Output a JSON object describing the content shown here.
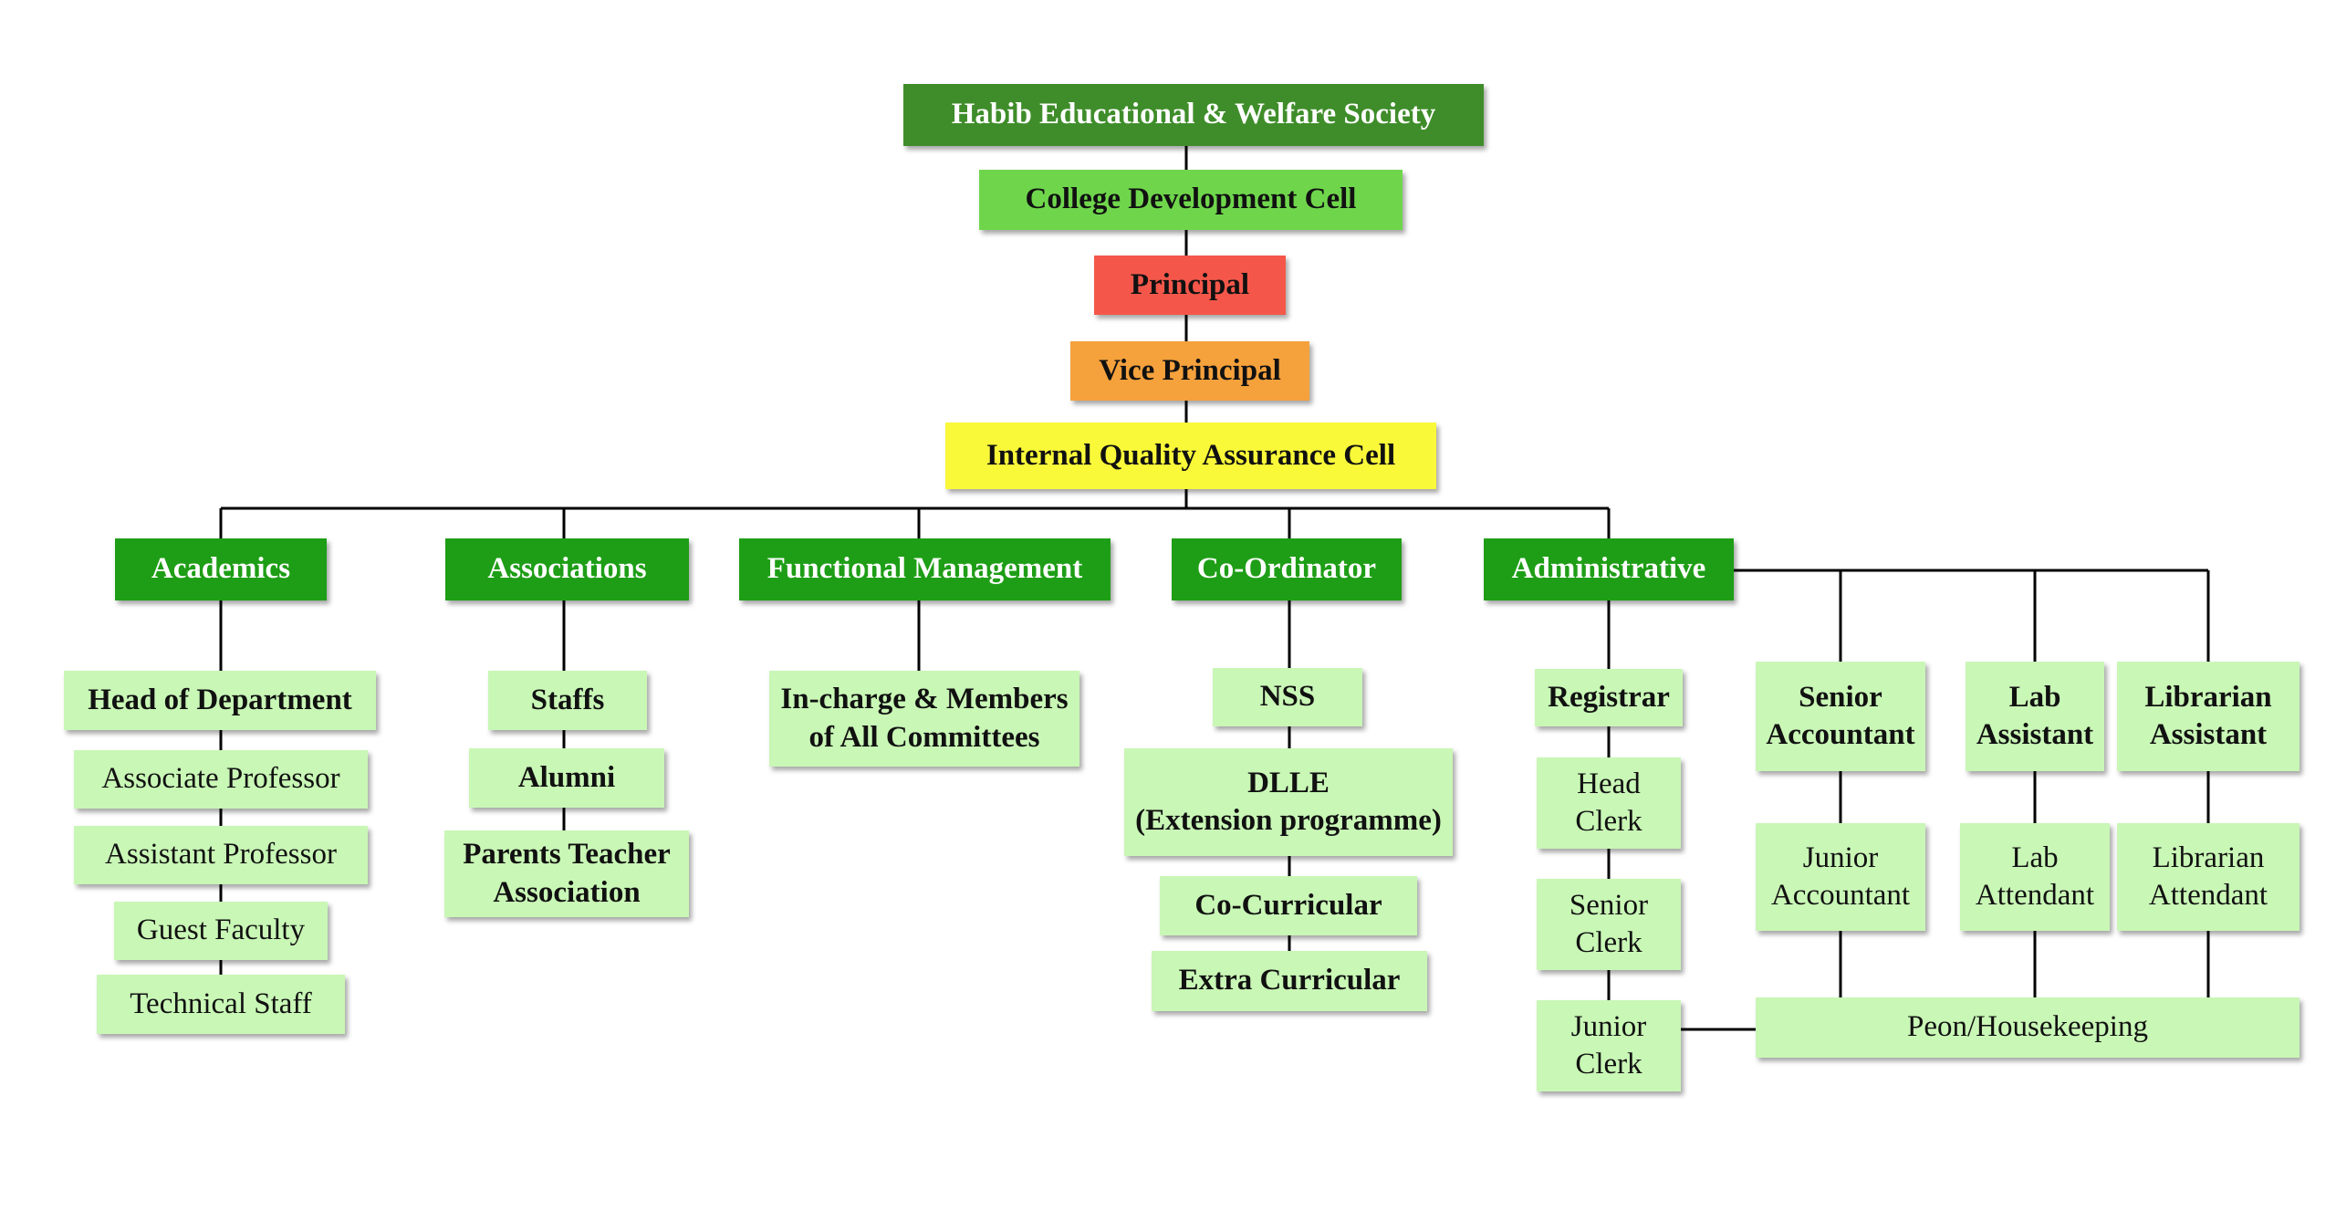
{
  "nodes": {
    "society": "Habib Educational & Welfare Society",
    "cdc": "College Development Cell",
    "principal": "Principal",
    "vice_principal": "Vice Principal",
    "iqac": "Internal Quality Assurance Cell",
    "academics": "Academics",
    "associations": "Associations",
    "functional_management": "Functional Management",
    "coordinator": "Co-Ordinator",
    "administrative": "Administrative",
    "hod": "Head of Department",
    "associate_professor": "Associate Professor",
    "assistant_professor": "Assistant Professor",
    "guest_faculty": "Guest Faculty",
    "technical_staff": "Technical Staff",
    "staffs": "Staffs",
    "alumni": "Alumni",
    "pta_line1": "Parents Teacher",
    "pta_line2": "Association",
    "incharge_line1": "In-charge & Members",
    "incharge_line2": "of All Committees",
    "nss": "NSS",
    "dlle_line1": "DLLE",
    "dlle_line2": "(Extension programme)",
    "co_curricular": "Co-Curricular",
    "extra_curricular": "Extra Curricular",
    "registrar": "Registrar",
    "head_clerk_line1": "Head",
    "head_clerk_line2": "Clerk",
    "senior_clerk_line1": "Senior",
    "senior_clerk_line2": "Clerk",
    "junior_clerk_line1": "Junior",
    "junior_clerk_line2": "Clerk",
    "senior_accountant_line1": "Senior",
    "senior_accountant_line2": "Accountant",
    "lab_assistant_line1": "Lab",
    "lab_assistant_line2": "Assistant",
    "librarian_assistant_line1": "Librarian",
    "librarian_assistant_line2": "Assistant",
    "junior_accountant_line1": "Junior",
    "junior_accountant_line2": "Accountant",
    "lab_attendant_line1": "Lab",
    "lab_attendant_line2": "Attendant",
    "librarian_attendant_line1": "Librarian",
    "librarian_attendant_line2": "Attendant",
    "peon": "Peon/Housekeeping"
  },
  "colors": {
    "society": "#3f8d2a",
    "cdc": "#6fd64c",
    "principal": "#f4574a",
    "vice_principal": "#f5a13c",
    "iqac": "#f9f93a",
    "category": "#1e9e16",
    "sub": "#c9f7b6",
    "connector": "#000000"
  }
}
